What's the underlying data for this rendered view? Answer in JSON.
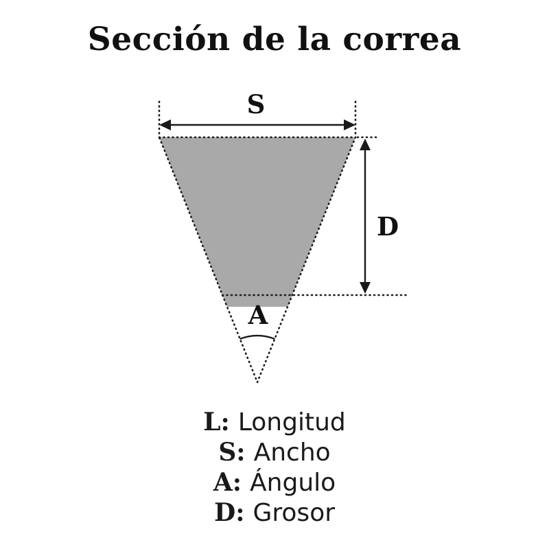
{
  "title": "Sección de la correa",
  "diagram": {
    "labels": {
      "width": "S",
      "thickness": "D",
      "angle": "A"
    },
    "fill_color": "#a9a9a9",
    "line_color": "#1a1a1a"
  },
  "legend": [
    {
      "key": "L:",
      "value": "Longitud"
    },
    {
      "key": "S:",
      "value": "Ancho"
    },
    {
      "key": "A:",
      "value": "Ángulo"
    },
    {
      "key": "D:",
      "value": "Grosor"
    }
  ]
}
